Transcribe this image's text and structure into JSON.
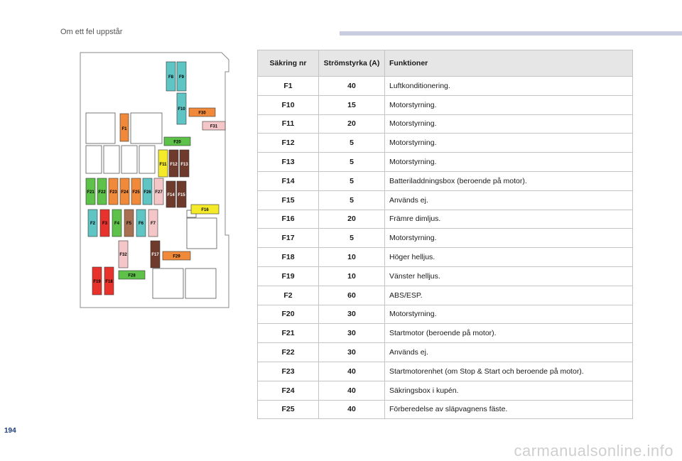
{
  "page": {
    "section_title": "Om ett fel uppstår",
    "page_number": "194",
    "watermark": "carmanualsonline.info"
  },
  "colors": {
    "accent_bar": "#c8cde0",
    "table_header": "#e6e6e6",
    "fuse_cyan": "#5fc4c4",
    "fuse_orange": "#f08a3a",
    "fuse_green": "#5ec24a",
    "fuse_red": "#e8332c",
    "fuse_brown": "#6e3a2c",
    "fuse_pink": "#f5c6c8",
    "fuse_yellow": "#f4ea2a",
    "fuse_tan": "#a87050"
  },
  "diagram": {
    "labels": {
      "F1": "F1",
      "F2": "F2",
      "F3": "F3",
      "F4": "F4",
      "F5": "F5",
      "F6": "F6",
      "F7": "F7",
      "F8": "F8",
      "F9": "F9",
      "F10": "F10",
      "F11": "F11",
      "F12": "F12",
      "F13": "F13",
      "F14": "F14",
      "F15": "F15",
      "F16": "F16",
      "F17": "F17",
      "F18": "F18",
      "F19": "F19",
      "F20": "F20",
      "F21": "F21",
      "F22": "F22",
      "F23": "F23",
      "F24": "F24",
      "F25": "F25",
      "F26": "F26",
      "F27": "F27",
      "F28": "F28",
      "F29": "F29",
      "F30": "F30",
      "F31": "F31",
      "F32": "F32"
    }
  },
  "table": {
    "headers": {
      "number": "Säkring nr",
      "current": "Strömstyrka (A)",
      "functions": "Funktioner"
    },
    "rows": [
      {
        "nr": "F1",
        "a": "40",
        "f": "Luftkonditionering."
      },
      {
        "nr": "F10",
        "a": "15",
        "f": "Motorstyrning."
      },
      {
        "nr": "F11",
        "a": "20",
        "f": "Motorstyrning."
      },
      {
        "nr": "F12",
        "a": "5",
        "f": "Motorstyrning."
      },
      {
        "nr": "F13",
        "a": "5",
        "f": "Motorstyrning."
      },
      {
        "nr": "F14",
        "a": "5",
        "f": "Batteriladdningsbox (beroende på motor)."
      },
      {
        "nr": "F15",
        "a": "5",
        "f": "Används ej."
      },
      {
        "nr": "F16",
        "a": "20",
        "f": "Främre dimljus."
      },
      {
        "nr": "F17",
        "a": "5",
        "f": "Motorstyrning."
      },
      {
        "nr": "F18",
        "a": "10",
        "f": "Höger helljus."
      },
      {
        "nr": "F19",
        "a": "10",
        "f": "Vänster helljus."
      },
      {
        "nr": "F2",
        "a": "60",
        "f": "ABS/ESP."
      },
      {
        "nr": "F20",
        "a": "30",
        "f": "Motorstyrning."
      },
      {
        "nr": "F21",
        "a": "30",
        "f": "Startmotor (beroende på motor)."
      },
      {
        "nr": "F22",
        "a": "30",
        "f": "Används ej."
      },
      {
        "nr": "F23",
        "a": "40",
        "f": "Startmotorenhet (om Stop & Start och beroende på motor)."
      },
      {
        "nr": "F24",
        "a": "40",
        "f": "Säkringsbox i kupén."
      },
      {
        "nr": "F25",
        "a": "40",
        "f": "Förberedelse av släpvagnens fäste."
      }
    ]
  }
}
